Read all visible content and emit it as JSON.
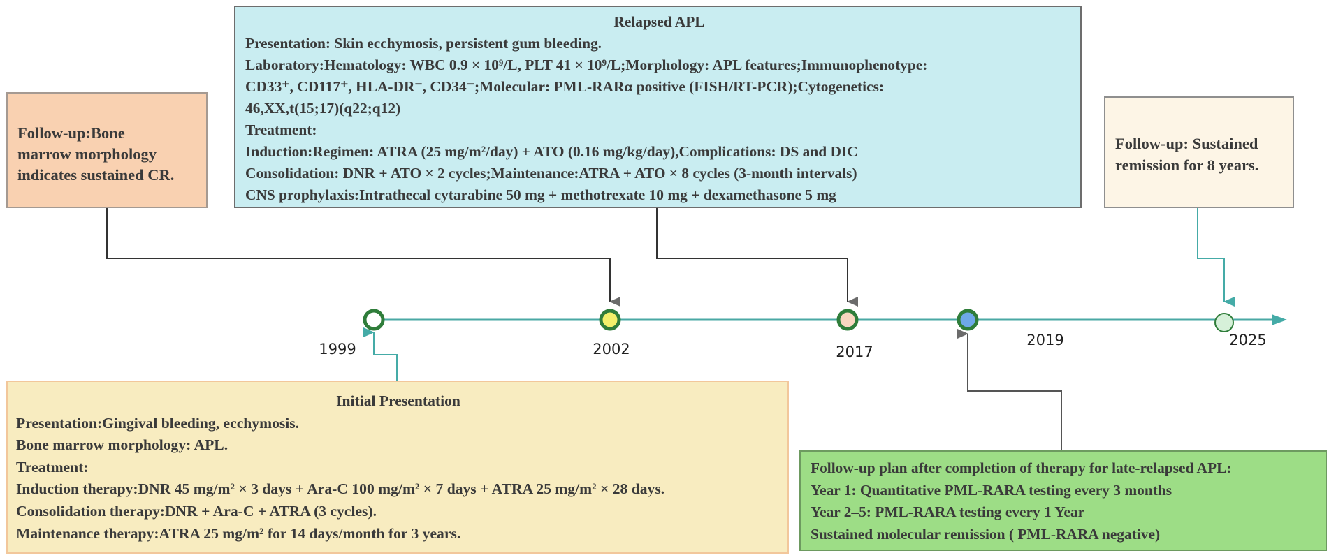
{
  "years": [
    "1999",
    "2002",
    "2017",
    "2019",
    "2025"
  ],
  "colors": {
    "timeline": "#4aa8a4",
    "dark_arrow": "#333333",
    "gray_arrow": "#555555",
    "teal_arrow": "#45aba7",
    "node_border": "#2f7d3a",
    "node_1999": "#ffffff",
    "node_2002": "#f2f06b",
    "node_2017": "#f9d7c0",
    "node_2019": "#6ea8e8",
    "node_2025": "#d6f0d9"
  },
  "follow_up_1": {
    "lines": [
      "Follow-up:Bone",
      "marrow morphology",
      "indicates sustained CR."
    ]
  },
  "relapsed": {
    "title": "Relapsed APL",
    "lines": [
      "Presentation: Skin ecchymosis, persistent gum bleeding.",
      "Laboratory:Hematology: WBC 0.9 × 10⁹/L, PLT 41 × 10⁹/L;Morphology: APL features;Immunophenotype:",
      "CD33⁺, CD117⁺, HLA-DR⁻, CD34⁻;Molecular: PML-RARα positive (FISH/RT-PCR);Cytogenetics:",
      "46,XX,t(15;17)(q22;q12)",
      "Treatment:",
      "Induction:Regimen: ATRA (25 mg/m²/day) + ATO (0.16 mg/kg/day),Complications: DS and DIC",
      "Consolidation: DNR + ATO × 2 cycles;Maintenance:ATRA + ATO × 8 cycles (3-month intervals)",
      "CNS prophylaxis:Intrathecal cytarabine 50 mg + methotrexate 10 mg + dexamethasone 5 mg"
    ]
  },
  "follow_up_2": {
    "lines": [
      "Follow-up: Sustained",
      "remission for 8 years."
    ]
  },
  "initial": {
    "title": "Initial Presentation",
    "lines": [
      "Presentation:Gingival bleeding, ecchymosis.",
      "Bone marrow morphology: APL.",
      "Treatment:",
      "Induction therapy:DNR 45 mg/m² × 3 days + Ara-C 100 mg/m² × 7 days + ATRA 25 mg/m² × 28 days.",
      "Consolidation therapy:DNR + Ara-C + ATRA (3 cycles).",
      "Maintenance therapy:ATRA 25 mg/m² for 14 days/month for 3 years."
    ]
  },
  "plan": {
    "lines": [
      "Follow-up plan after completion of therapy for late-relapsed APL:",
      "Year 1: Quantitative PML-RARA testing every 3 months",
      "Year 2–5: PML-RARA testing every 1 Year",
      "Sustained molecular remission ( PML-RARA negative)"
    ]
  }
}
